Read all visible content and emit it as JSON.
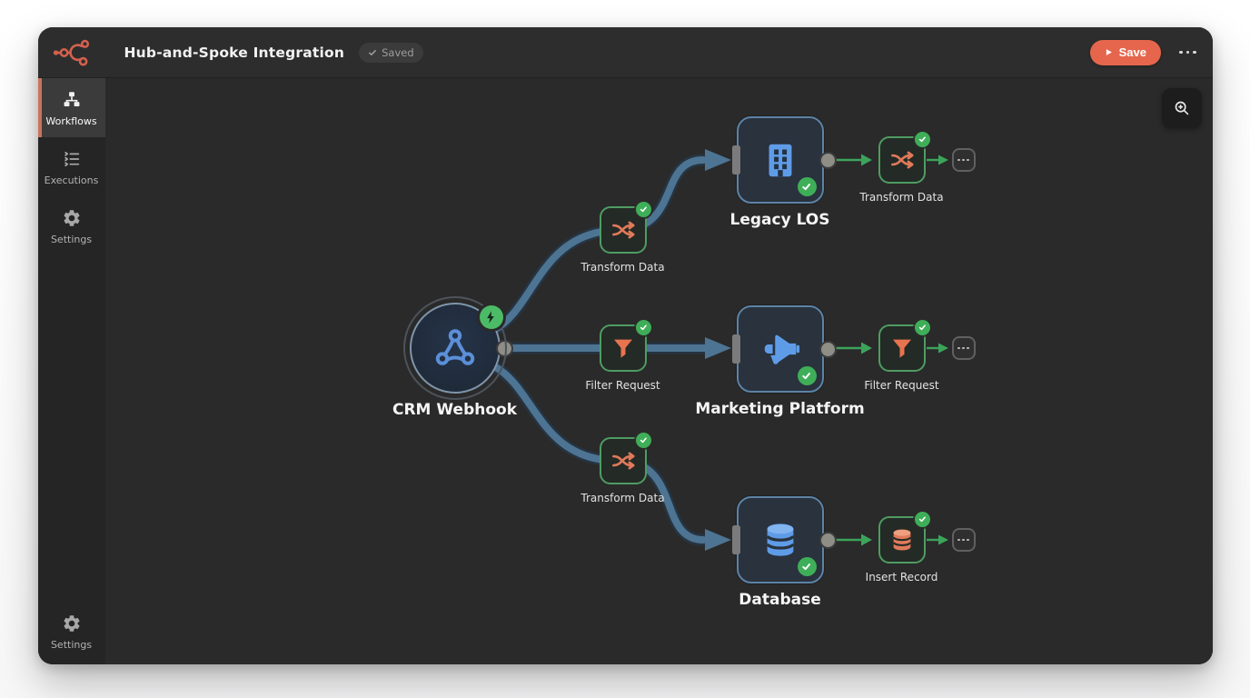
{
  "header": {
    "title": "Hub-and-Spoke Integration",
    "saved_badge": "Saved",
    "save_button": "Save"
  },
  "sidebar": {
    "items": [
      {
        "label": "Workflows",
        "active": true
      },
      {
        "label": "Executions",
        "active": false
      },
      {
        "label": "Settings",
        "active": false
      }
    ],
    "bottom_item": {
      "label": "Settings"
    }
  },
  "canvas": {
    "trigger": {
      "label": "CRM Webhook"
    },
    "spokes": [
      {
        "label": "Transform Data"
      },
      {
        "label": "Filter Request"
      },
      {
        "label": "Transform Data"
      }
    ],
    "rows": [
      {
        "hub": "Legacy LOS",
        "step": "Transform Data"
      },
      {
        "hub": "Marketing Platform",
        "step": "Filter Request"
      },
      {
        "hub": "Database",
        "step": "Insert Record"
      }
    ]
  },
  "colors": {
    "accent_orange": "#e5664d",
    "icon_blue": "#5f9ce8",
    "icon_orange": "#e07a5a",
    "success_green": "#3fae58",
    "wire_blue": "#4d7493",
    "wire_green": "#3ca45a",
    "canvas_bg": "#2a2a2a"
  }
}
